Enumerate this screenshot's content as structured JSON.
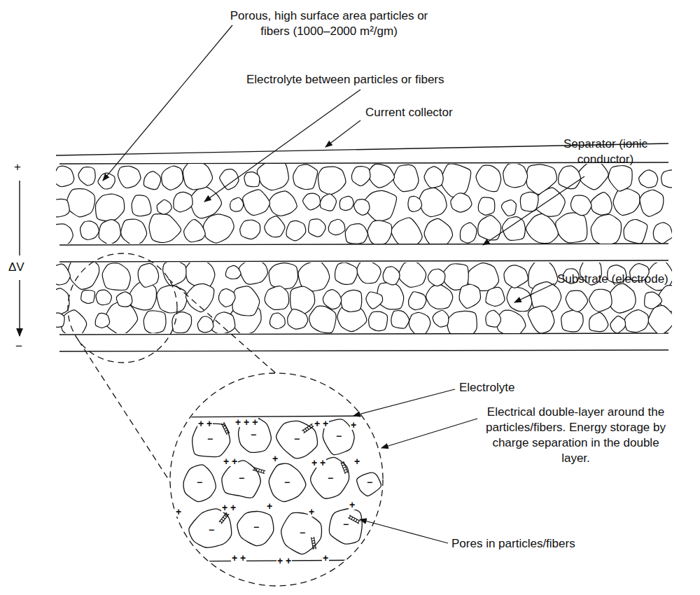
{
  "diagram": {
    "labels": [
      "Porous, high surface area particles or fibers (1000–2000 m²/gm)",
      "Electrolyte between particles or fibers",
      "Current collector",
      "Separator (ionic conductor)",
      "+",
      "ΔV",
      "−",
      "Substrate (electrode)",
      "Electrolyte",
      "Electrical double-layer around the particles/fibers. Energy storage by charge separation in the double layer.",
      "Pores in particles/fibers",
      "−",
      "−",
      "−",
      "−",
      "−",
      "−",
      "−",
      "−",
      "−",
      "−",
      "−",
      "−",
      "−",
      "+ +",
      "+ + +",
      "+ +",
      "+",
      "+ +",
      "+",
      "+ +",
      "+",
      "+",
      "+ +",
      "+",
      "+",
      "+",
      "+ +",
      "+ +",
      "+"
    ]
  }
}
